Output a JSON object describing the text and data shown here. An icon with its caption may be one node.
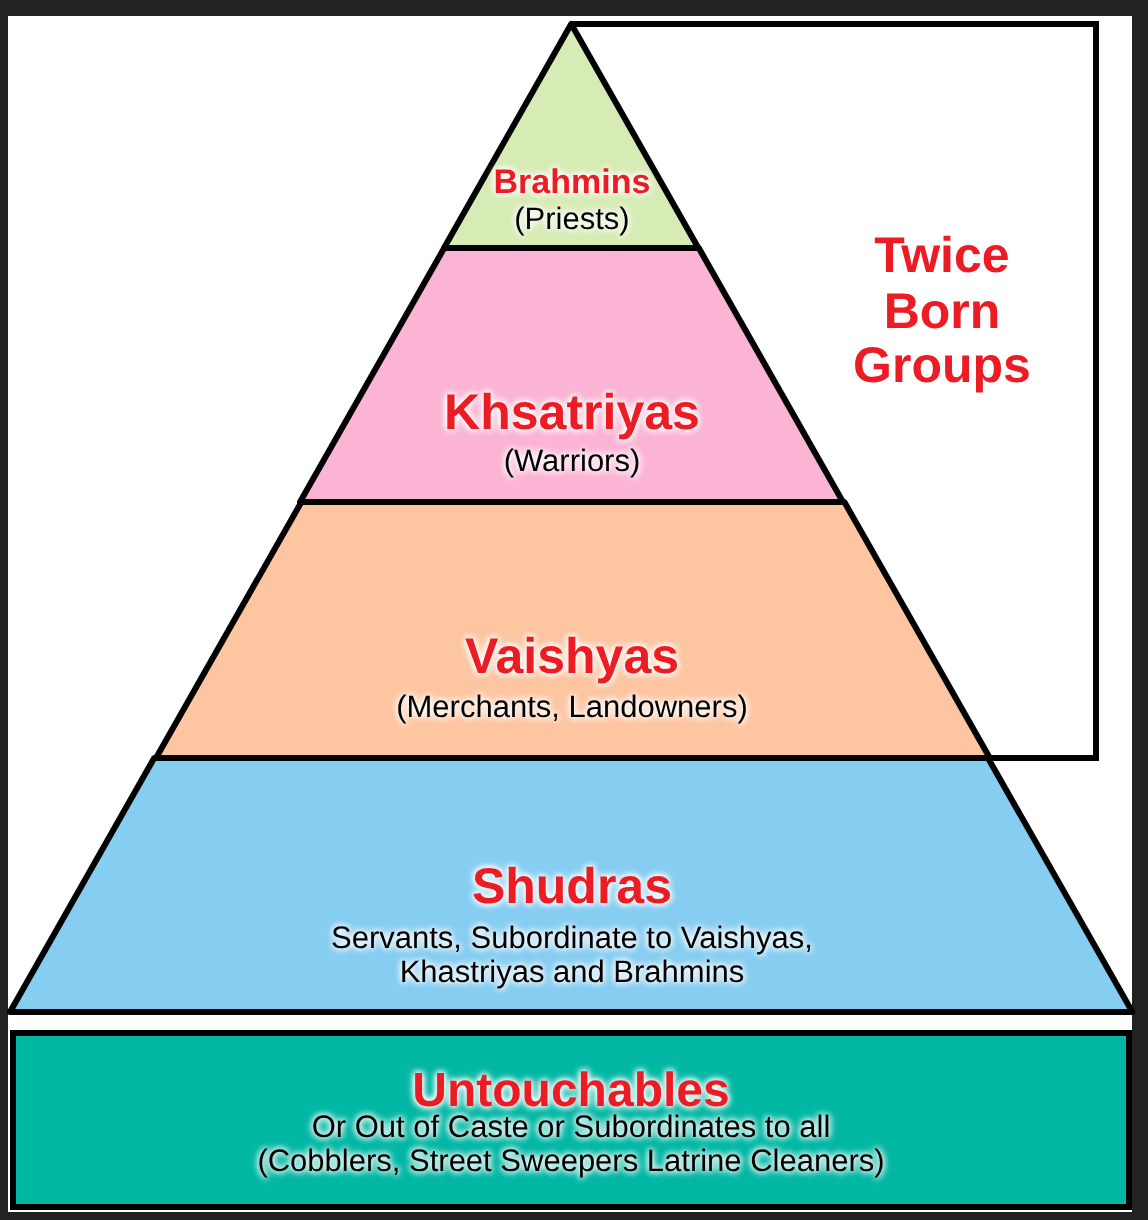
{
  "diagram": {
    "nodes": [
      {
        "text": [
          "Brahmins",
          "(Priests)"
        ]
      },
      {
        "text": [
          "Khsatriyas",
          "(Warriors)"
        ]
      },
      {
        "text": [
          "Vaishyas",
          "(Merchants, Landowners)"
        ]
      },
      {
        "text": [
          "Shudras",
          "Servants, Subordinate to Vaishyas, Khastriyas and Brahmins"
        ]
      },
      {
        "text": [
          "Untouchables",
          "Or Out of Caste or Subordinates to all",
          "(Cobblers, Street Sweepers Latrine Cleaners)"
        ]
      },
      {
        "text": [
          "Twice Born Groups"
        ]
      }
    ]
  }
}
